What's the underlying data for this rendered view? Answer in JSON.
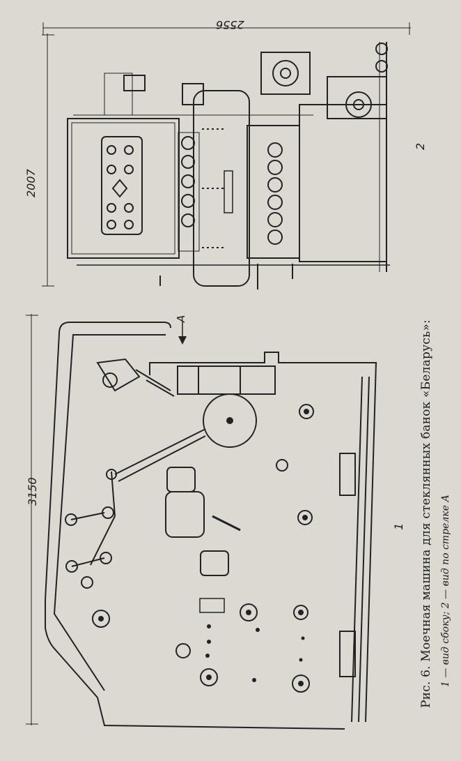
{
  "caption": {
    "title": "Рис. 6. Моечная машина для стеклянных банок «Беларусь»:",
    "subtitle": "1 — вид сбоку; 2 — вид по стрелке А"
  },
  "dimensions": {
    "length": "3150",
    "height": "2007",
    "width": "2556"
  },
  "view_labels": {
    "side_view": "1",
    "front_view": "2",
    "arrow": "A"
  }
}
